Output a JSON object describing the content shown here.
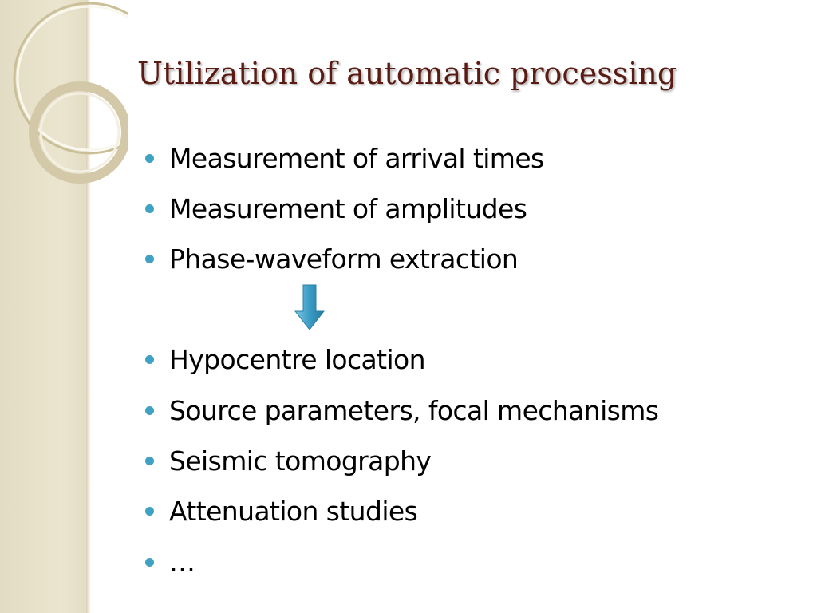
{
  "slide": {
    "title": "Utilization of automatic processing",
    "bullets_group_1": [
      {
        "text": "Measurement of arrival times"
      },
      {
        "text": "Measurement of amplitudes"
      },
      {
        "text": "Phase-waveform extraction"
      }
    ],
    "bullets_group_2": [
      {
        "text": "Hypocentre location"
      },
      {
        "text": "Source parameters, focal mechanisms"
      },
      {
        "text": "Seismic tomography"
      },
      {
        "text": "Attenuation studies"
      },
      {
        "text": "…"
      }
    ],
    "arrow_icon": "arrow-down-icon",
    "colors": {
      "title": "#5a1b13",
      "bullet": "#3fa2c2",
      "band": "#e8e1ca",
      "arrow": "#3a9cc4"
    }
  }
}
